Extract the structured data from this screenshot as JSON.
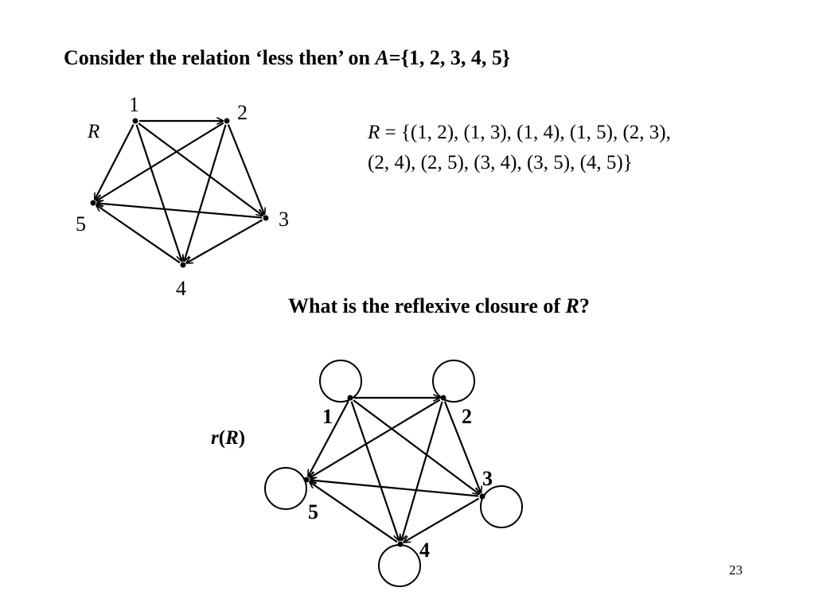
{
  "slide": {
    "title_prefix": "Consider the relation ‘less then’ on ",
    "title_var": "A",
    "title_suffix": "={1, 2, 3, 4, 5}",
    "relation_line1_var": "R",
    "relation_line1_rest": " = {(1, 2), (1, 3), (1, 4), (1, 5), (2, 3),",
    "relation_line2": "(2, 4), (2, 5), (3, 4), (3, 5), (4, 5)}",
    "question_prefix": "What is the reflexive closure of ",
    "question_var": "R",
    "question_suffix": "?",
    "page_number": "23"
  },
  "graph1": {
    "label": "R",
    "nodes": [
      {
        "id": "1",
        "label": "1"
      },
      {
        "id": "2",
        "label": "2"
      },
      {
        "id": "3",
        "label": "3"
      },
      {
        "id": "4",
        "label": "4"
      },
      {
        "id": "5",
        "label": "5"
      }
    ],
    "edges": [
      [
        "1",
        "2"
      ],
      [
        "1",
        "3"
      ],
      [
        "1",
        "4"
      ],
      [
        "1",
        "5"
      ],
      [
        "2",
        "3"
      ],
      [
        "2",
        "4"
      ],
      [
        "2",
        "5"
      ],
      [
        "3",
        "4"
      ],
      [
        "3",
        "5"
      ],
      [
        "4",
        "5"
      ]
    ]
  },
  "graph2": {
    "label_fn": "r",
    "label_open": "(",
    "label_var": "R",
    "label_close": ")",
    "nodes": [
      {
        "id": "1",
        "label": "1"
      },
      {
        "id": "2",
        "label": "2"
      },
      {
        "id": "3",
        "label": "3"
      },
      {
        "id": "4",
        "label": "4"
      },
      {
        "id": "5",
        "label": "5"
      }
    ],
    "edges": [
      [
        "1",
        "2"
      ],
      [
        "1",
        "3"
      ],
      [
        "1",
        "4"
      ],
      [
        "1",
        "5"
      ],
      [
        "2",
        "3"
      ],
      [
        "2",
        "4"
      ],
      [
        "2",
        "5"
      ],
      [
        "3",
        "4"
      ],
      [
        "3",
        "5"
      ],
      [
        "4",
        "5"
      ]
    ],
    "self_loops": [
      "1",
      "2",
      "3",
      "4",
      "5"
    ]
  }
}
